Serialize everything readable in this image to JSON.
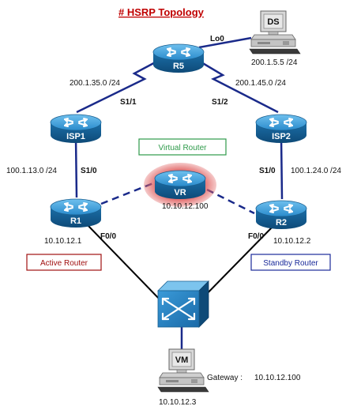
{
  "title": "# HSRP Topology",
  "routers": {
    "r5": "R5",
    "isp1": "ISP1",
    "isp2": "ISP2",
    "r1": "R1",
    "r2": "R2",
    "vr": "VR"
  },
  "hosts": {
    "ds": {
      "label": "DS",
      "ip": "200.1.5.5 /24"
    },
    "vm": {
      "label": "VM",
      "ip": "10.10.12.3"
    }
  },
  "interfaces": {
    "r5_lo0": "Lo0",
    "r5_s11": "S1/1",
    "r5_s12": "S1/2",
    "r1_s10": "S1/0",
    "r2_s10": "S1/0",
    "r1_f00": "F0/0",
    "r2_f00": "F0/0"
  },
  "networks": {
    "r5_isp1": "200.1.35.0 /24",
    "r5_isp2": "200.1.45.0 /24",
    "isp1_r1": "100.1.13.0 /24",
    "isp2_r2": "100.1.24.0 /24"
  },
  "ips": {
    "r1": "10.10.12.1",
    "r2": "10.10.12.2",
    "vr": "10.10.12.100"
  },
  "boxes": {
    "virtual": "Virtual Router",
    "active": "Active Router",
    "standby": "Standby Router"
  },
  "gateway": {
    "label": "Gateway :",
    "value": "10.10.12.100"
  },
  "colors": {
    "router_blue": "#1f7fc0",
    "title_red": "#c00000",
    "virtual_green": "#2e9a4a",
    "active_red": "#a01010",
    "standby_blue": "#1a2a9a",
    "vr_glow": "#e06060",
    "serial_link": "#1a2a8a",
    "ethernet_link": "#000000"
  }
}
